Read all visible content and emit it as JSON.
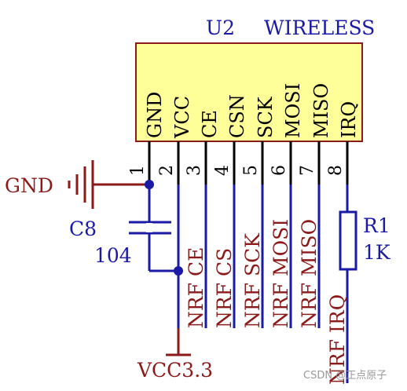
{
  "chip": {
    "ref": "U2",
    "name": "WIRELESS",
    "pins": [
      "GND",
      "VCC",
      "CE",
      "CSN",
      "SCK",
      "MOSI",
      "MISO",
      "IRQ"
    ],
    "pin_numbers": [
      "1",
      "2",
      "3",
      "4",
      "5",
      "6",
      "7",
      "8"
    ]
  },
  "nets": {
    "gnd": "GND",
    "vcc": "VCC3.3",
    "ce": "NRF CE",
    "cs": "NRF CS",
    "sck": "NRF SCK",
    "mosi": "NRF MOSI",
    "miso": "NRF MISO",
    "irq": "NRF IRQ"
  },
  "capacitor": {
    "ref": "C8",
    "value": "104"
  },
  "resistor": {
    "ref": "R1",
    "value": "1K"
  },
  "watermark": "CSDN @正点原子",
  "colors": {
    "wire": "#1a1aa6",
    "power": "#8b1a1a",
    "chip_fill": "#ffff99",
    "chip_border": "#8b1a1a",
    "junction": "#1a1aa6"
  }
}
